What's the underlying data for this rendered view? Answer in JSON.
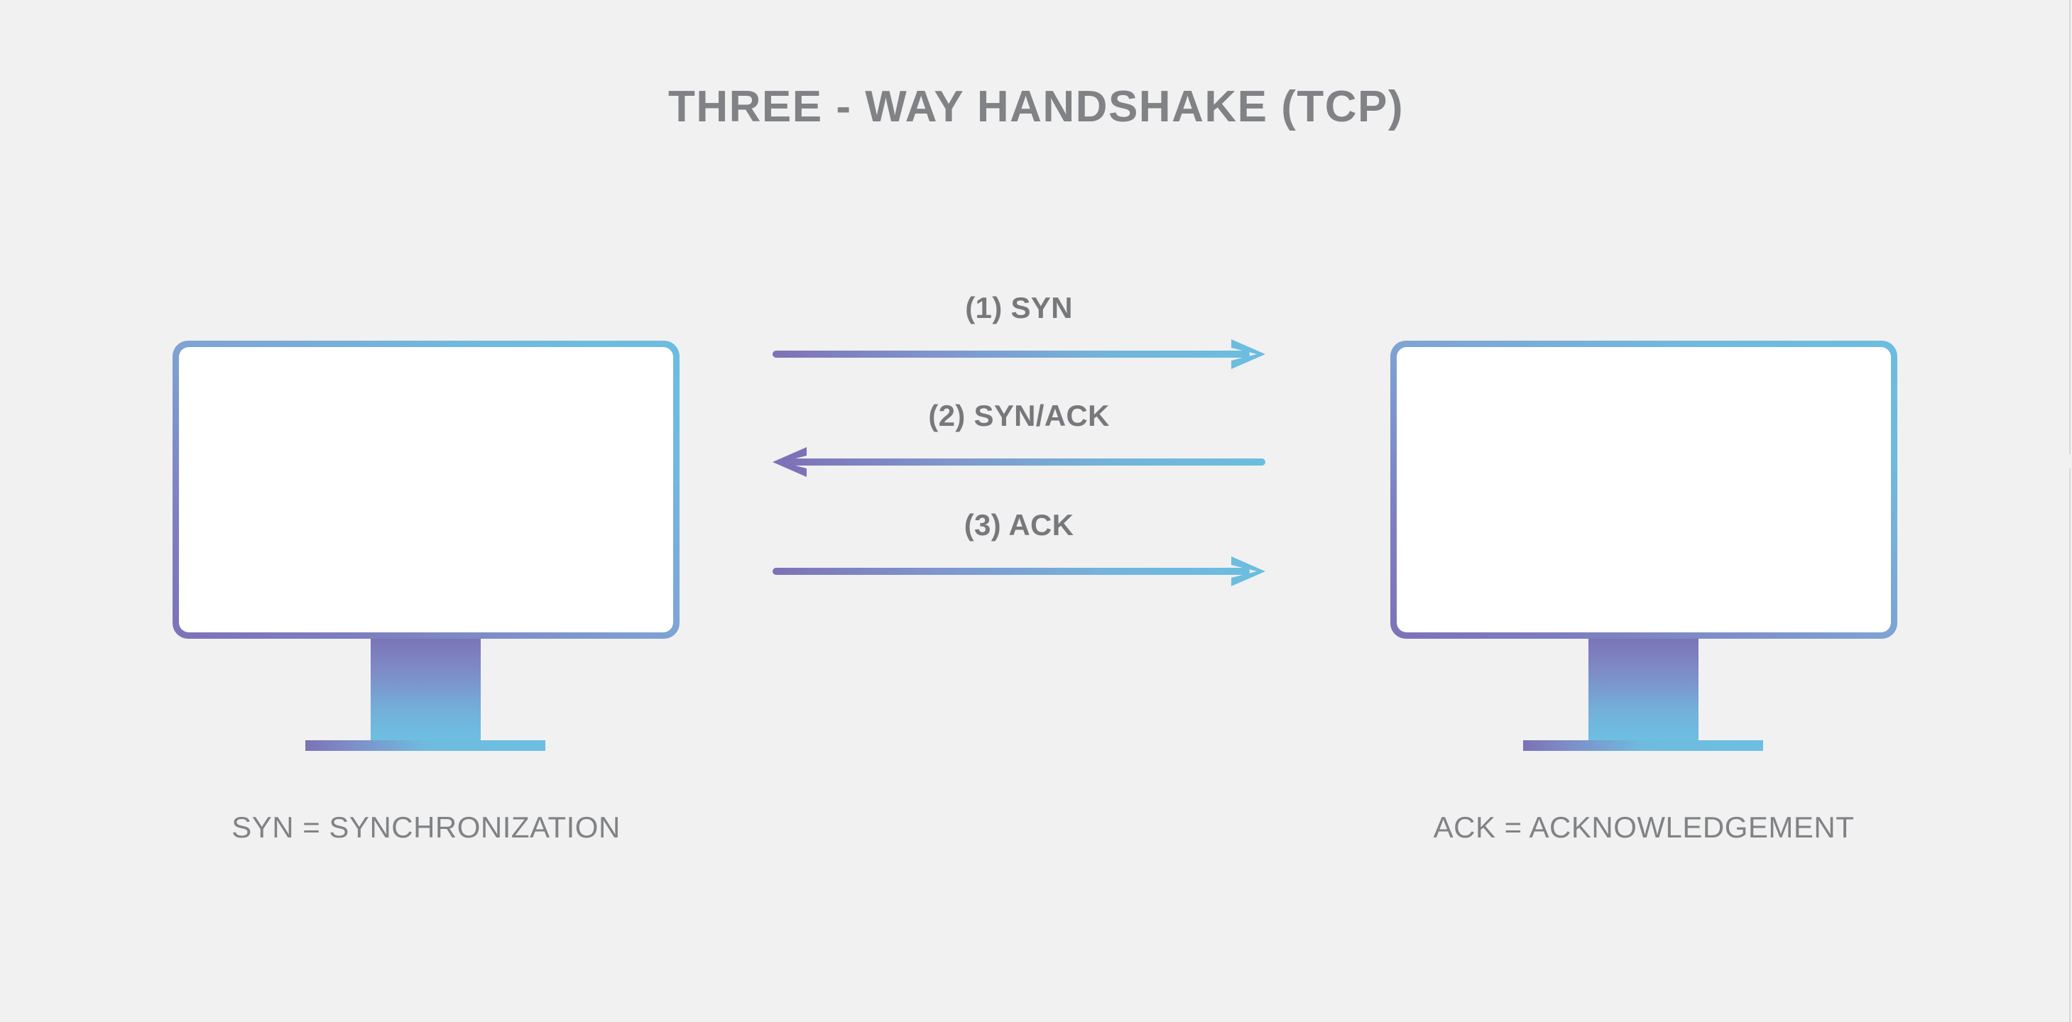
{
  "page": {
    "title": "THREE - WAY HANDSHAKE (TCP)",
    "background_color": "#f1f1f1",
    "text_color": "#808285"
  },
  "theme": {
    "gradient_start": "#7d72b7",
    "gradient_end": "#6cbde0",
    "label_color": "#77787b"
  },
  "nodes": {
    "client": {
      "icon": "monitor-icon",
      "caption": "SYN = SYNCHRONIZATION"
    },
    "server": {
      "icon": "monitor-icon",
      "caption": "ACK = ACKNOWLEDGEMENT"
    }
  },
  "messages": [
    {
      "step": 1,
      "label": "(1) SYN",
      "direction": "right"
    },
    {
      "step": 2,
      "label": "(2) SYN/ACK",
      "direction": "left"
    },
    {
      "step": 3,
      "label": "(3) ACK",
      "direction": "right"
    }
  ]
}
